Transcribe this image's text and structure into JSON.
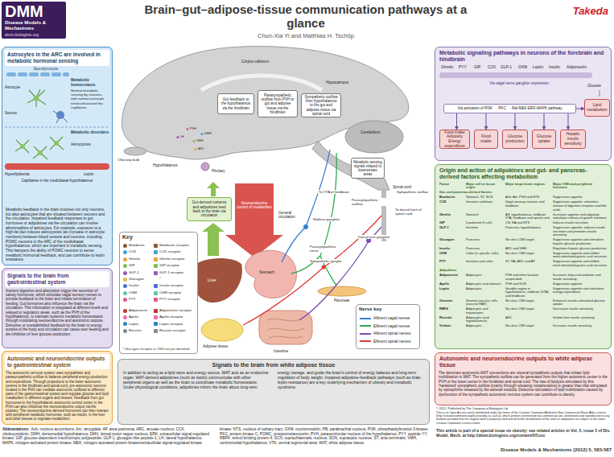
{
  "diagram": {
    "title": "Brain–gut–adipose-tissue communication pathways at a glance",
    "nodes": [
      {
        "text": [
          "DMM",
          "Disease Models & Mechanisms",
          "dmm.biologists.org"
        ]
      },
      {
        "text": [
          "Astrocytes in the ARC are involved in metabolic hormonal sensing",
          "Metabolic feedback in the brain involves not only neurons, but also astrocytes that are situated between neurons and the circulation. Impaired feedback responses to gut hormones or adipokines via the circulation can involve abnormalities of astrocytes. For example, exposure to a high-fat diet induces astrocytosis (an increase in astrocyte numbers) between blood vessels and neurons, including POMC neurons in the ARC of the mediobasal hypothalamus, which are important in metabolic sensing. This hampers the ability of POMC neurons to sense metabolic hormonal feedback, and can contribute to leptin resistance."
        ]
      },
      {
        "text": [
          "Signals to the brain from gastrointestinal system",
          "Nutrient digestion and absorption trigger the secretion of satiety hormones, which stimulate vagal sensory nerves to provide feedback to the brain and initiate termination of feeding. Gut hormones also influence the brain via the circulation. This information is integrated at different levels and relayed to regulatory areas, such as the PVH of the hypothalamus, to maintain systemic metabolic homeostasis through modulating neuroendocrine and autonomic outputs. Defective or unestablished feedback by the brain to energy surplus of the body and circulation can cause over-feeding and dis-inhibition of liver glucose production."
        ]
      },
      {
        "text": [
          "Autonomic and neuroendocrine outputs to gastrointestinal system",
          "The autonomic nervous system uses sympathetic and parasympathetic outflow to balance peripheral energy production and expenditure. Through projections to the lower autonomic centres in the hindbrain and spinal cord, pre-autonomic neurons located in the PVH can mediate autonomic outflows to different parts of the gastrointestinal system and regulate glucose and lipid metabolism in different organs and tissues. Feedback from gut hormones to the hypothalamic autonomic control center in the PVH can also influence the neuroendocrine output via the pituitary. The neuroendocrine-derived hormones can then interact with peripheral metabolic hormones, such as insulin, in the liver and other tissues to regulate metabolism."
        ]
      },
      {
        "text": [
          "Gut feedback to the hypothalamus via the hindbrain"
        ]
      },
      {
        "text": [
          "Parasympathetic outflow from PVH to gut and adipose tissue via the hindbrain"
        ]
      },
      {
        "text": [
          "Sympathetic outflow from hypothalamus to the gut and adipose tissue via spinal cord"
        ]
      },
      {
        "text": [
          "Metabolic sensing signals relayed to downstream areas"
        ]
      },
      {
        "text": [
          "Gut-derived nutrients and adipokines feed back to the brain via circulation"
        ]
      },
      {
        "text": [
          "Key",
          "* Glucagon receptor in CNS not yet identified"
        ]
      },
      {
        "text": [
          "Nerve key"
        ]
      },
      {
        "text": [
          "Signals to the brain from white adipose tissue",
          "In addition to acting as a lipid store and energy source, WAT acts as an endocrine organ. WAT-derived adipokines (such as leptin) communicate with other peripheral organs as well as the brain to coordinate metabolic homeostasis. Under physiological conditions, adipokines inform the brain about long-term energy storage, and guide the brain's control of energy balance and long-term regulation of body weight. Impaired adipokine-feedback pathways (such as brain leptin resistance) are a key underlying mechanism of obesity and metabolic syndrome."
        ]
      },
      {
        "text": [
          "Metabolic signaling pathways in neurons of the forebrain and hindbrain"
        ]
      },
      {
        "text": [
          "Via activation of PI3K → PKC → Raf-MEK-ERK-MAPK pathway"
        ],
        "in": 12
      },
      {
        "text": [
          "Food intake Adiposity Energy expenditure"
        ],
        "in": 12
      },
      {
        "text": [
          "Food intake"
        ],
        "in": 12
      },
      {
        "text": [
          "Glucose production"
        ],
        "in": 12
      },
      {
        "text": [
          "Glucose uptake"
        ],
        "in": 12
      },
      {
        "text": [
          "Hepatic insulin sensitivity"
        ],
        "in": 12
      },
      {
        "text": [
          "Lipid metabolism"
        ],
        "in": 12
      },
      {
        "text": [
          "Origin and action of adipokines and gut- and pancreas-derived factors affecting metabolism"
        ]
      },
      {
        "text": [
          "Autonomic and neuroendocrine outputs to white adipose tissue",
          "The dominant autonomic-WAT connections are visceral sympathetic outputs that initiate lipid mobilization in WAT. The sympathetic outflow can be generated from the higher autonomic center in the PVH or the lower center in the hindbrain and spinal cord. The rate of lipolysis stimulated by this 'hardwired' sympathetic outflow (mainly through releasing noradrenaline) is greater than that stimulated by epinephrine released by the adrenal medulla. Defective stimulation of lipid mobilization caused by dysfunction of the sympathetic autonomic nervous system can contribute to obesity."
        ]
      }
    ],
    "edges": [
      {
        "from": 13,
        "to": 14,
        "arrow": "to"
      },
      {
        "from": 13,
        "to": 15,
        "arrow": "to"
      },
      {
        "from": 13,
        "to": 16,
        "arrow": "to"
      },
      {
        "from": 13,
        "to": 17,
        "arrow": "to"
      },
      {
        "from": 13,
        "to": 18,
        "arrow": "to"
      },
      {
        "from": 13,
        "to": 19,
        "arrow": "to"
      }
    ],
    "labels": [
      "Takeda",
      "Ependymocyte",
      "Astrocyte",
      "Neuron",
      "Metabolic homeostasis",
      "Normal metabolic sensing by neurons, with normal astrocyte enclosed around the capillaries",
      "Metabolic disorders",
      "Astrocytosis",
      "Hyperlipidemia",
      "Leptin",
      "Capillaries in the mediobasal hypothalamus",
      "Corpus callosum",
      "Hippocampus",
      "Olfactory bulb",
      "Hypothalamus",
      "Pituitary",
      "Cerebellum",
      "Spinal cord",
      "PVH",
      "DMH",
      "VMH",
      "ARC",
      "LH",
      "Neuroendocrine control of metabolism",
      "General circulation",
      "To VTA of hindbrain",
      "Parasympathetic outflow",
      "Sympathetic outflow",
      "To dorsal horn of spinal cord",
      "Nodose ganglion",
      "Dorsal root ganglion",
      "Liver",
      "Stomach",
      "Parasympathetic nerve",
      "Sympathetic ganglia",
      "Pancreas",
      "Adipose tissue",
      "Intestine",
      "*",
      "Ghrelin",
      "PYY",
      "GIP",
      "CCK",
      "GLP-1",
      "OXM",
      "Leptin",
      "Insulin",
      "Adiponectin",
      "Via vagal nerve ganglion expression",
      "Glucose",
      "© 2012. Published by The Company of Biologists Ltd",
      "This is an Open Access article distributed under the terms of the Creative Commons Attribution Non-Commercial Share Alike License (http://creativecommons.org/licenses/by-nc-sa/3.0), which permits unrestricted non-commercial use, distribution and reproduction in any medium provided that the original work is properly cited and all further distributions of the work or adaptation are subject to the same Creative Commons License terms.",
      "This article is part of a special issue on obesity: see related articles in Vol. 5, issue 5 of Dis. Model. Mech. at http://dmm.biologists.org/content/5/5.toc",
      "Disease Models & Mechanisms (2012) 5, 583-587",
      "Abbreviations:",
      "Acb, nucleus accumbens; Am, amygdala; AP, area postrema; ARC, arcuate nucleus; CCK, cholecystokinin; DMH, dorsomedial hypothalamus; DMV, dorsal motor vagus nucleus; ERK, extracellular signal-regulated kinase; GIP, glucose-dependent insulinotropic polypeptide; GLP-1, glucagon-like peptide-1; LH, lateral hypothalamus; MAPK, mitogen-activated protein kinase; MEK, mitogen-activated protein kinase/extracellular signal-regulated kinase kinase; NTS, nucleus of solitary tract; OXM, oxyntomodulin; PB, parabrachial nucleus; PI3K, phosphatidylinositol 3-kinase; PKC, protein kinase C; POMC, proopiomelanocortin; PVH, paraventricular nucleus of the hypothalamus; PYY, peptide YY; RBP4, retinol binding protein 4; SCN, suprachiasmatic nucleus; SON, supraoptic nucleus; ST, stria terminalis; VMH, ventromedial hypothalamus; VTA, ventral tegmental area; WAT, white adipose tissue.",
      "Chun-Xia Yi and Matthias H. Tschöp",
      "Factor",
      "Major cell or tissue origin",
      "Major target brain regions",
      "Major CNS and peripheral functions",
      "Gut- and pancreas-derived factors",
      "Bombesin",
      "Stomach, ST, SCN",
      "Acb, Am, PVH and NTS",
      "Suppresses appetite",
      "CCK",
      "Intestine and brain",
      "Vagal sensory neurons and hindbrain",
      "Suppresses appetite; stimulates release of digestive enzymes and bile acids",
      "Ghrelin",
      "Stomach",
      "AS, hypothalamus, midbrain VTA, hindbrain and spinal cord",
      "Increases appetite and adiposity; stimulates release of growth hormone",
      "GIP",
      "Duodenum K cells",
      "CN, NA and NTS",
      "Induces insulin secretion",
      "GLP-1",
      "Intestine",
      "Pancreas, hypothalamus",
      "Suppresses appetite; induces insulin secretion and promotes insulin sensitivity",
      "Glucagon",
      "Pancreas",
      "No clear CNS target",
      "Suppresses appetite and stimulates hepatic glucose production",
      "Insulin",
      "Pancreas",
      "ARC and VMH",
      "Regulates hepatic glucose production",
      "OXM",
      "Colon (L-specific cells)",
      "No clear CNS target",
      "Suppresses appetite and inhibits meal-stimulated gastric acid secretion",
      "PYY",
      "Intestine and colon",
      "ST, NA, ARC and AP",
      "Suppresses appetite and inhibits meal-stimulated gastric acid secretion",
      "Adipokines",
      "Adiponectin",
      "Adipocytes",
      "PVH and other location unspecified",
      "Increases fatty acid oxidation and insulin sensitivity",
      "Apelin",
      "Adipocytes and stomach",
      "PVH and SON",
      "Suppresses appetite",
      "Leptin",
      "Adipocytes",
      "Variable region in hypothalamus, midbrain (VTA) and hindbrain",
      "Suppresses appetite and stimulates energy expenditure",
      "Omentin",
      "Stromal vascular cells (visceral WAT)",
      "No clear CNS target",
      "Enhances insulin-stimulated glucose uptake",
      "RBP4",
      "Adipocytes and hepatocytes",
      "No clear CNS target",
      "Decreases insulin sensitivity",
      "Resistin",
      "Adipocytes (and hypothalamus)",
      "ARC",
      "Inhibits liver insulin sensitivity",
      "Visfatin",
      "Adipocytes",
      "No clear CNS target",
      "Increases insulin sensitivity"
    ],
    "legend": [
      {
        "text": "Bombesin",
        "color": "#8b5a2b"
      },
      {
        "text": "Bombesin receptor",
        "color": "#8b5a2b"
      },
      {
        "text": "CCK",
        "color": "#3fa7d6"
      },
      {
        "text": "CCK receptor",
        "color": "#3fa7d6"
      },
      {
        "text": "Ghrelin",
        "color": "#e8a33d"
      },
      {
        "text": "Ghrelin receptor",
        "color": "#e8a33d"
      },
      {
        "text": "GIP",
        "color": "#7dbf5a"
      },
      {
        "text": "GIP receptor",
        "color": "#7dbf5a"
      },
      {
        "text": "GLP-1",
        "color": "#9b59b6"
      },
      {
        "text": "GLP-1 receptor",
        "color": "#9b59b6"
      },
      {
        "text": "Glucagon",
        "color": "#d4c24a"
      },
      {
        "text": "Insulin",
        "color": "#4a6fd4"
      },
      {
        "text": "Insulin receptor",
        "color": "#4a6fd4"
      },
      {
        "text": "OXM",
        "color": "#5cc6b0"
      },
      {
        "text": "OXM receptor",
        "color": "#5cc6b0"
      },
      {
        "text": "PYY",
        "color": "#e05a8a"
      },
      {
        "text": "PYY receptor",
        "color": "#e05a8a"
      },
      {
        "text": "Adiponectin",
        "color": "#c0392b"
      },
      {
        "text": "Adiponectin receptor",
        "color": "#c0392b"
      },
      {
        "text": "Apelin",
        "color": "#f06eaa"
      },
      {
        "text": "Apelin receptor",
        "color": "#f06eaa"
      },
      {
        "text": "Leptin",
        "color": "#2e86c1"
      },
      {
        "text": "Leptin receptor",
        "color": "#2e86c1"
      },
      {
        "text": "Resistin",
        "color": "#7f8c8d"
      },
      {
        "text": "Resistin receptor",
        "color": "#7f8c8d"
      },
      {
        "text": "Afferent vagal nerves",
        "color": "#3a7fd0"
      },
      {
        "text": "Efferent vagal nerves",
        "color": "#2eaa4f"
      },
      {
        "text": "Afferent spinal nerves",
        "color": "#7a4fb0"
      },
      {
        "text": "Efferent spinal nerves",
        "color": "#e03a3a"
      }
    ]
  }
}
